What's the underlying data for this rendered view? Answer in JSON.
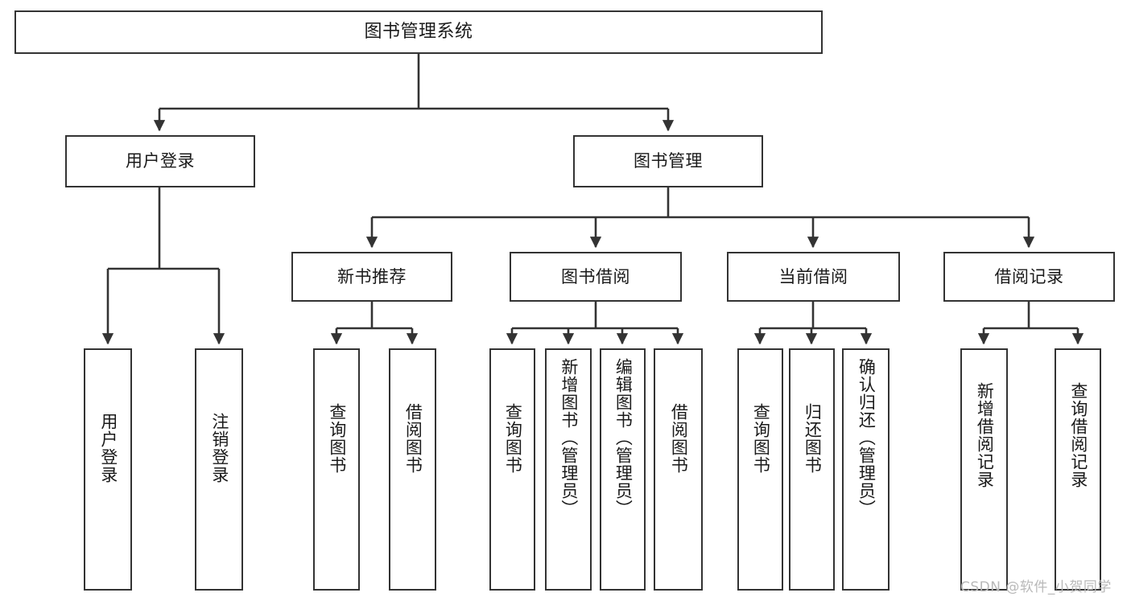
{
  "diagram": {
    "title": "图书管理系统",
    "type": "tree",
    "levels": {
      "root": {
        "label": "图书管理系统"
      },
      "level2": [
        {
          "label": "用户登录"
        },
        {
          "label": "图书管理"
        }
      ],
      "level3": [
        {
          "label": "新书推荐"
        },
        {
          "label": "图书借阅"
        },
        {
          "label": "当前借阅"
        },
        {
          "label": "借阅记录"
        }
      ],
      "leaves": {
        "user_login": [
          {
            "label": "用户登录"
          },
          {
            "label": "注销登录"
          }
        ],
        "new_book": [
          {
            "label": "查询图书"
          },
          {
            "label": "借阅图书"
          }
        ],
        "book_borrow": [
          {
            "label": "查询图书"
          },
          {
            "label": "新增图书（管理员）"
          },
          {
            "label": "编辑图书（管理员）"
          },
          {
            "label": "借阅图书"
          }
        ],
        "current_borrow": [
          {
            "label": "查询图书"
          },
          {
            "label": "归还图书"
          },
          {
            "label": "确认归还（管理员）"
          }
        ],
        "borrow_record": [
          {
            "label": "新增借阅记录"
          },
          {
            "label": "查询借阅记录"
          }
        ]
      }
    },
    "colors": {
      "stroke": "#333333",
      "fill": "#ffffff",
      "text": "#1a1a1a",
      "watermark": "#b9b9b9"
    }
  },
  "watermark": {
    "text": "CSDN @软件_小贺同学"
  }
}
